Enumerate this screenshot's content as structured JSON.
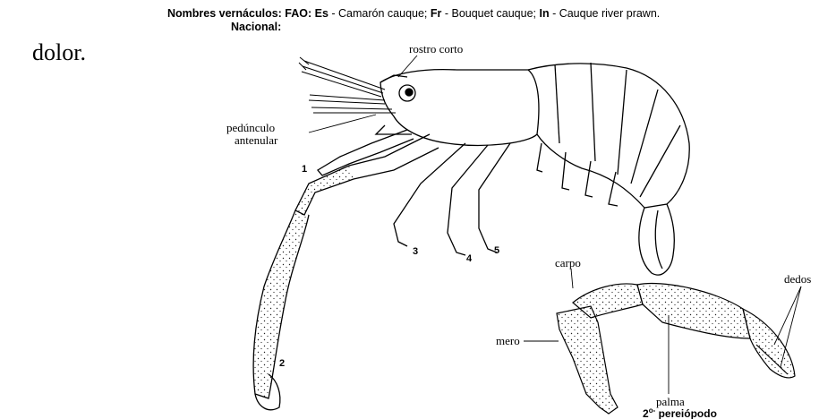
{
  "header": {
    "prefix": "Nombres vernáculos: FAO: ",
    "es_tag": "Es",
    "es_name": " - Camarón cauque; ",
    "fr_tag": "Fr",
    "fr_name": " - Bouquet cauque; ",
    "in_tag": "In",
    "in_name": " - Cauque river prawn.",
    "nacional": "Nacional:"
  },
  "side_text": "dolor.",
  "labels": {
    "rostro": "rostro corto",
    "pedunculo_1": "pedúnculo",
    "pedunculo_2": "antenular",
    "carpo": "carpo",
    "mero": "mero",
    "palma": "palma",
    "dedos": "dedos",
    "pereiopodo_num": "2",
    "pereiopodo_sup": "o-",
    "pereiopodo": " pereiópodo"
  },
  "leg_numbers": [
    "1",
    "2",
    "3",
    "4",
    "5"
  ]
}
